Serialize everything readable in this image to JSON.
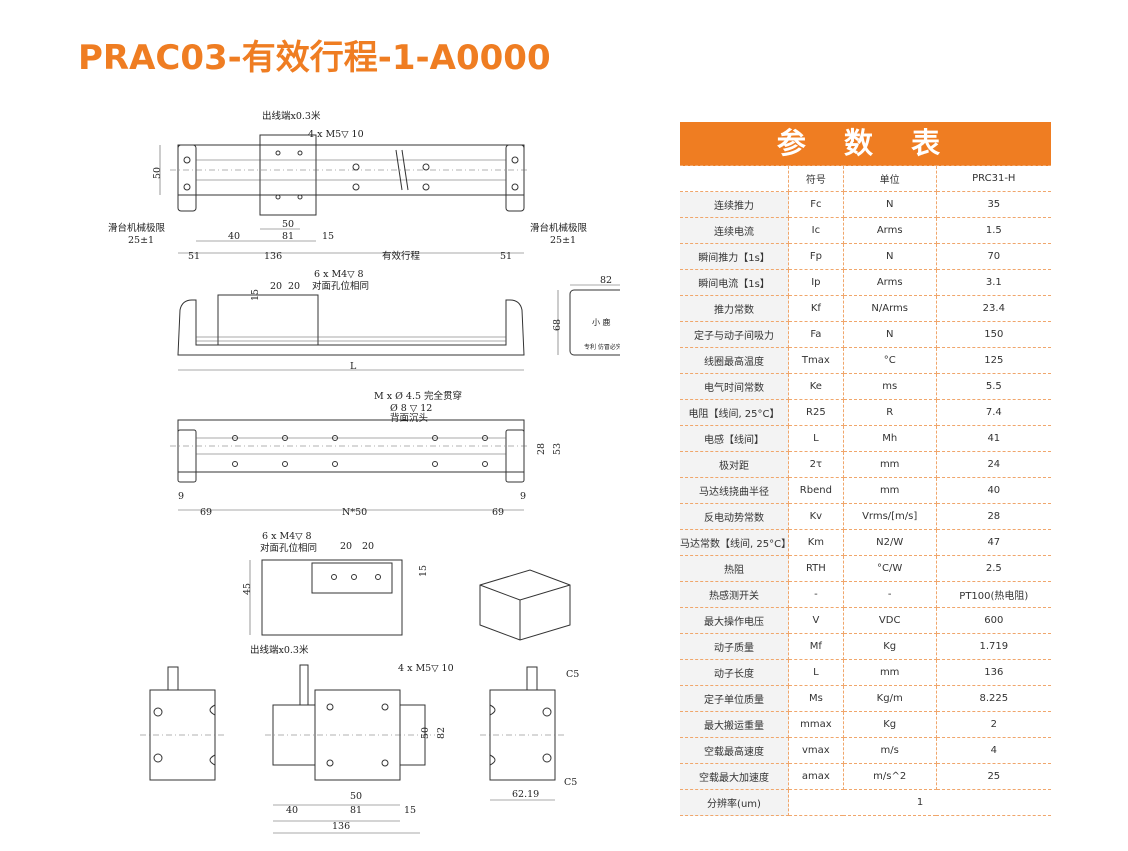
{
  "title": "PRAC03-有效行程-1-A0000",
  "drawing": {
    "lead_note_top": "出线端x0.3米",
    "holes_top": "4 x  M5▽ 10",
    "dim_50_v": "50",
    "dim_50_h": "50",
    "dim_81": "81",
    "dim_40": "40",
    "dim_15": "15",
    "dim_51_left": "51",
    "dim_136": "136",
    "dim_effective": "有效行程",
    "dim_51_right": "51",
    "limit_left": "滑台机械极限",
    "limit_left_val": "25±1",
    "limit_right": "滑台机械极限",
    "limit_right_val": "25±1",
    "holes_side": "6 x  M4▽ 8",
    "holes_side_note": "对面孔位相同",
    "dim_20a": "20",
    "dim_20b": "20",
    "dim_15_side": "15",
    "dim_68": "68",
    "dim_82": "82",
    "dim_L": "L",
    "endcap_text_1": "小 鹿",
    "endcap_text_2": "专利 仿冒必究",
    "holes_base": "M x  Ø 4.5 完全贯穿",
    "holes_base_2": "Ø 8 ▽ 12",
    "holes_base_note": "背面沉头",
    "dim_28": "28",
    "dim_53": "53",
    "dim_9a": "9",
    "dim_9b": "9",
    "dim_69_left": "69",
    "dim_N50": "N*50",
    "dim_69_right": "69",
    "detail_holes_side": "6 x  M4▽ 8",
    "detail_holes_note": "对面孔位相同",
    "detail_20a": "20",
    "detail_20b": "20",
    "detail_15": "15",
    "detail_45": "45",
    "lead_note_bottom": "出线端x0.3米",
    "holes_bottom": "4 x  M5▽ 10",
    "bottom_50_v": "50",
    "bottom_82": "82",
    "bottom_50_h": "50",
    "bottom_81": "81",
    "bottom_40": "40",
    "bottom_15": "15",
    "bottom_136": "136",
    "chamfer_1": "C5",
    "chamfer_2": "C5",
    "dim_6219": "62.19"
  },
  "table": {
    "heading": "参 数 表",
    "columns": [
      "",
      "符号",
      "单位",
      "PRC31-H"
    ],
    "rows": [
      [
        "连续推力",
        "Fc",
        "N",
        "35"
      ],
      [
        "连续电流",
        "Ic",
        "Arms",
        "1.5"
      ],
      [
        "瞬间推力【1s】",
        "Fp",
        "N",
        "70"
      ],
      [
        "瞬间电流【1s】",
        "Ip",
        "Arms",
        "3.1"
      ],
      [
        "推力常数",
        "Kf",
        "N/Arms",
        "23.4"
      ],
      [
        "定子与动子间吸力",
        "Fa",
        "N",
        "150"
      ],
      [
        "线圈最高温度",
        "Tmax",
        "°C",
        "125"
      ],
      [
        "电气时间常数",
        "Ke",
        "ms",
        "5.5"
      ],
      [
        "电阻【线间, 25°C】",
        "R25",
        "R",
        "7.4"
      ],
      [
        "电感【线间】",
        "L",
        "Mh",
        "41"
      ],
      [
        "极对距",
        "2τ",
        "mm",
        "24"
      ],
      [
        "马达线挠曲半径",
        "Rbend",
        "mm",
        "40"
      ],
      [
        "反电动势常数",
        "Kv",
        "Vrms/[m/s]",
        "28"
      ],
      [
        "马达常数【线间, 25°C】",
        "Km",
        "N2/W",
        "47"
      ],
      [
        "热阻",
        "RTH",
        "°C/W",
        "2.5"
      ],
      [
        "热感测开关",
        "-",
        "-",
        "PT100(热电阻)"
      ],
      [
        "最大操作电压",
        "V",
        "VDC",
        "600"
      ],
      [
        "动子质量",
        "Mf",
        "Kg",
        "1.719"
      ],
      [
        "动子长度",
        "L",
        "mm",
        "136"
      ],
      [
        "定子单位质量",
        "Ms",
        "Kg/m",
        "8.225"
      ],
      [
        "最大搬运重量",
        "mmax",
        "Kg",
        "2"
      ],
      [
        "空载最高速度",
        "vmax",
        "m/s",
        "4"
      ],
      [
        "空载最大加速度",
        "amax",
        "m/s^2",
        "25"
      ]
    ],
    "last_row": [
      "分辨率(um)",
      "1"
    ]
  },
  "colors": {
    "accent": "#ef7d22",
    "label_bg": "#f3f3f3",
    "grid": "#f0a66b"
  }
}
